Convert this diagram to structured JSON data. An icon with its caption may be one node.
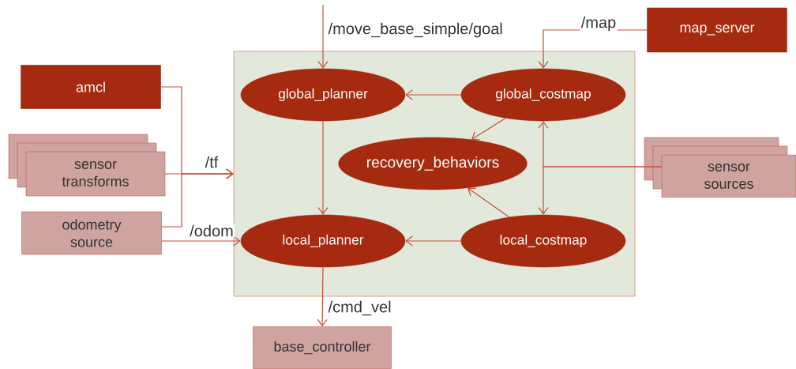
{
  "diagram": {
    "nodes": [
      {
        "text": [
          "amcl"
        ]
      },
      {
        "text": [
          "sensor transforms"
        ]
      },
      {
        "text": [
          "odometry source"
        ]
      },
      {
        "text": [],
        "shape": "box"
      },
      {
        "text": [
          "global_planner"
        ],
        "in": 3
      },
      {
        "text": [
          "global_costmap"
        ],
        "in": 3
      },
      {
        "text": [
          "recovery_behaviors"
        ],
        "in": 3
      },
      {
        "text": [
          "local_planner"
        ],
        "in": 3
      },
      {
        "text": [
          "local_costmap"
        ],
        "in": 3
      },
      {
        "text": [
          "map_server"
        ]
      },
      {
        "text": [
          "sensor sources"
        ]
      },
      {
        "text": [
          "base_controller"
        ]
      }
    ],
    "edges": [
      {
        "from": null,
        "to": 4,
        "arrow": "to",
        "label": "/move_base_simple/goal"
      },
      {
        "from": 9,
        "to": 5,
        "arrow": "to",
        "label": "/map"
      },
      {
        "from": 5,
        "to": 4,
        "arrow": "to"
      },
      {
        "from": 5,
        "to": 6,
        "arrow": "to"
      },
      {
        "from": 8,
        "to": 6,
        "arrow": "to"
      },
      {
        "from": 4,
        "to": 7,
        "arrow": "to"
      },
      {
        "from": 8,
        "to": 7,
        "arrow": "to"
      },
      {
        "from": 10,
        "to": 5,
        "arrow": "to"
      },
      {
        "from": 10,
        "to": 8,
        "arrow": "to"
      },
      {
        "from": 1,
        "to": 3,
        "arrow": "to",
        "label": "/tf"
      },
      {
        "from": 0,
        "to": 3,
        "arrow": "to"
      },
      {
        "from": 2,
        "to": 3,
        "arrow": "to"
      },
      {
        "from": 2,
        "to": 7,
        "arrow": "to",
        "label": "/odom"
      },
      {
        "from": 7,
        "to": 11,
        "arrow": "to",
        "label": "/cmd_vel"
      }
    ]
  }
}
